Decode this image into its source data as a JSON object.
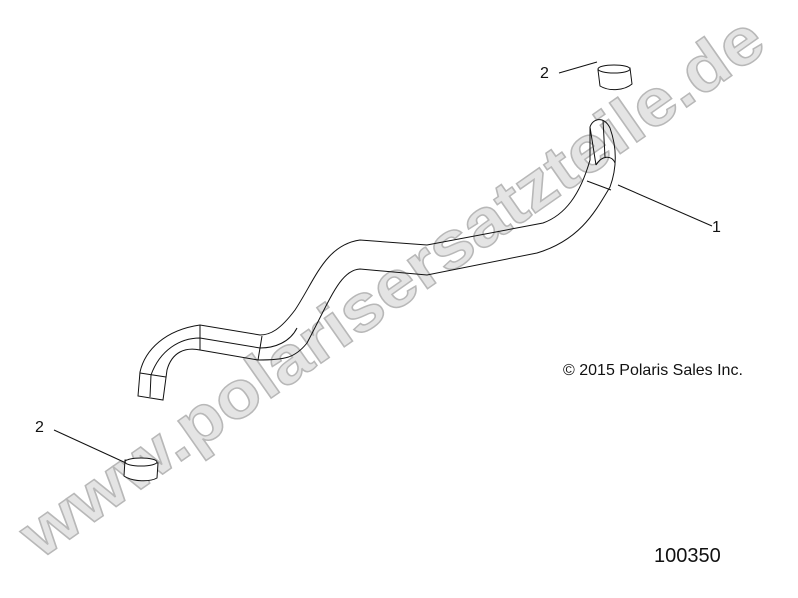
{
  "callouts": [
    {
      "number": "2",
      "part": "upper-sleeve"
    },
    {
      "number": "1",
      "part": "hose"
    },
    {
      "number": "2",
      "part": "lower-sleeve"
    }
  ],
  "copyright": "2015 Polaris Sales Inc.",
  "copyright_symbol": "©",
  "figure_number": "100350",
  "watermark": "www.polarisersatzteile.de",
  "colors": {
    "line": "#111111",
    "watermark_fill": "#e4e4e4",
    "watermark_stroke": "#b8b8b8"
  }
}
